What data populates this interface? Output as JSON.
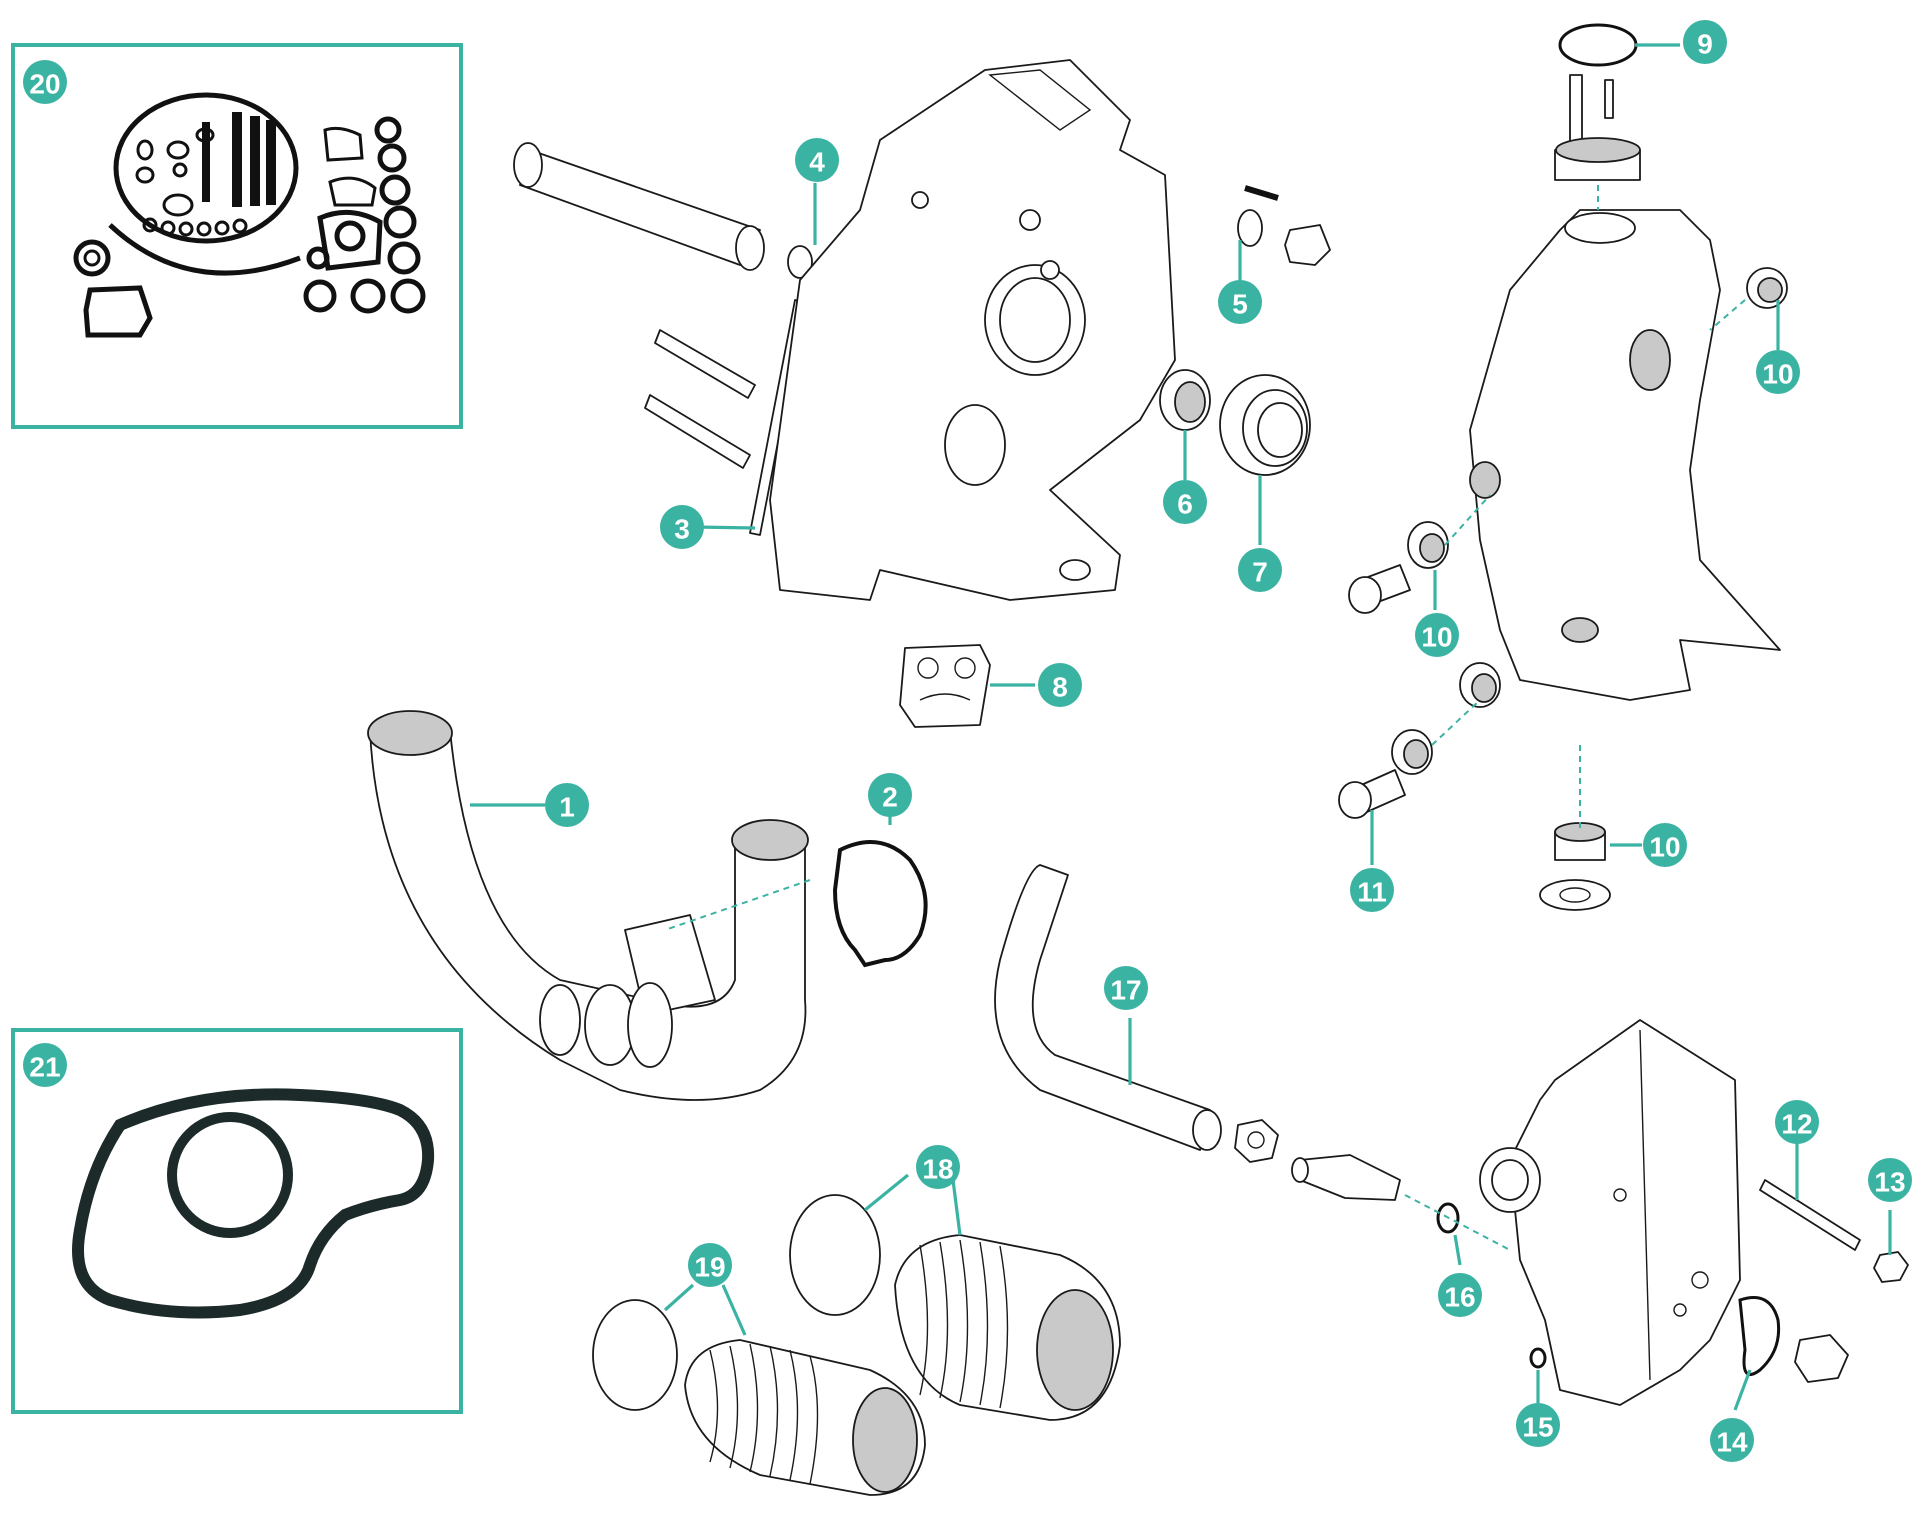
{
  "colors": {
    "accent": "#3bb3a3",
    "line": "#1a1a1a",
    "part_fill": "#ffffff",
    "bore_fill": "#c9c9c9"
  },
  "callouts": [
    {
      "id": "c1",
      "label": "1"
    },
    {
      "id": "c2",
      "label": "2"
    },
    {
      "id": "c3",
      "label": "3"
    },
    {
      "id": "c4",
      "label": "4"
    },
    {
      "id": "c5",
      "label": "5"
    },
    {
      "id": "c6",
      "label": "6"
    },
    {
      "id": "c7",
      "label": "7"
    },
    {
      "id": "c8",
      "label": "8"
    },
    {
      "id": "c9",
      "label": "9"
    },
    {
      "id": "c10a",
      "label": "10"
    },
    {
      "id": "c10b",
      "label": "10"
    },
    {
      "id": "c10c",
      "label": "10"
    },
    {
      "id": "c11",
      "label": "11"
    },
    {
      "id": "c12",
      "label": "12"
    },
    {
      "id": "c13",
      "label": "13"
    },
    {
      "id": "c14",
      "label": "14"
    },
    {
      "id": "c15",
      "label": "15"
    },
    {
      "id": "c16",
      "label": "16"
    },
    {
      "id": "c17",
      "label": "17"
    },
    {
      "id": "c18",
      "label": "18"
    },
    {
      "id": "c19",
      "label": "19"
    },
    {
      "id": "c20",
      "label": "20"
    },
    {
      "id": "c21",
      "label": "21"
    }
  ]
}
